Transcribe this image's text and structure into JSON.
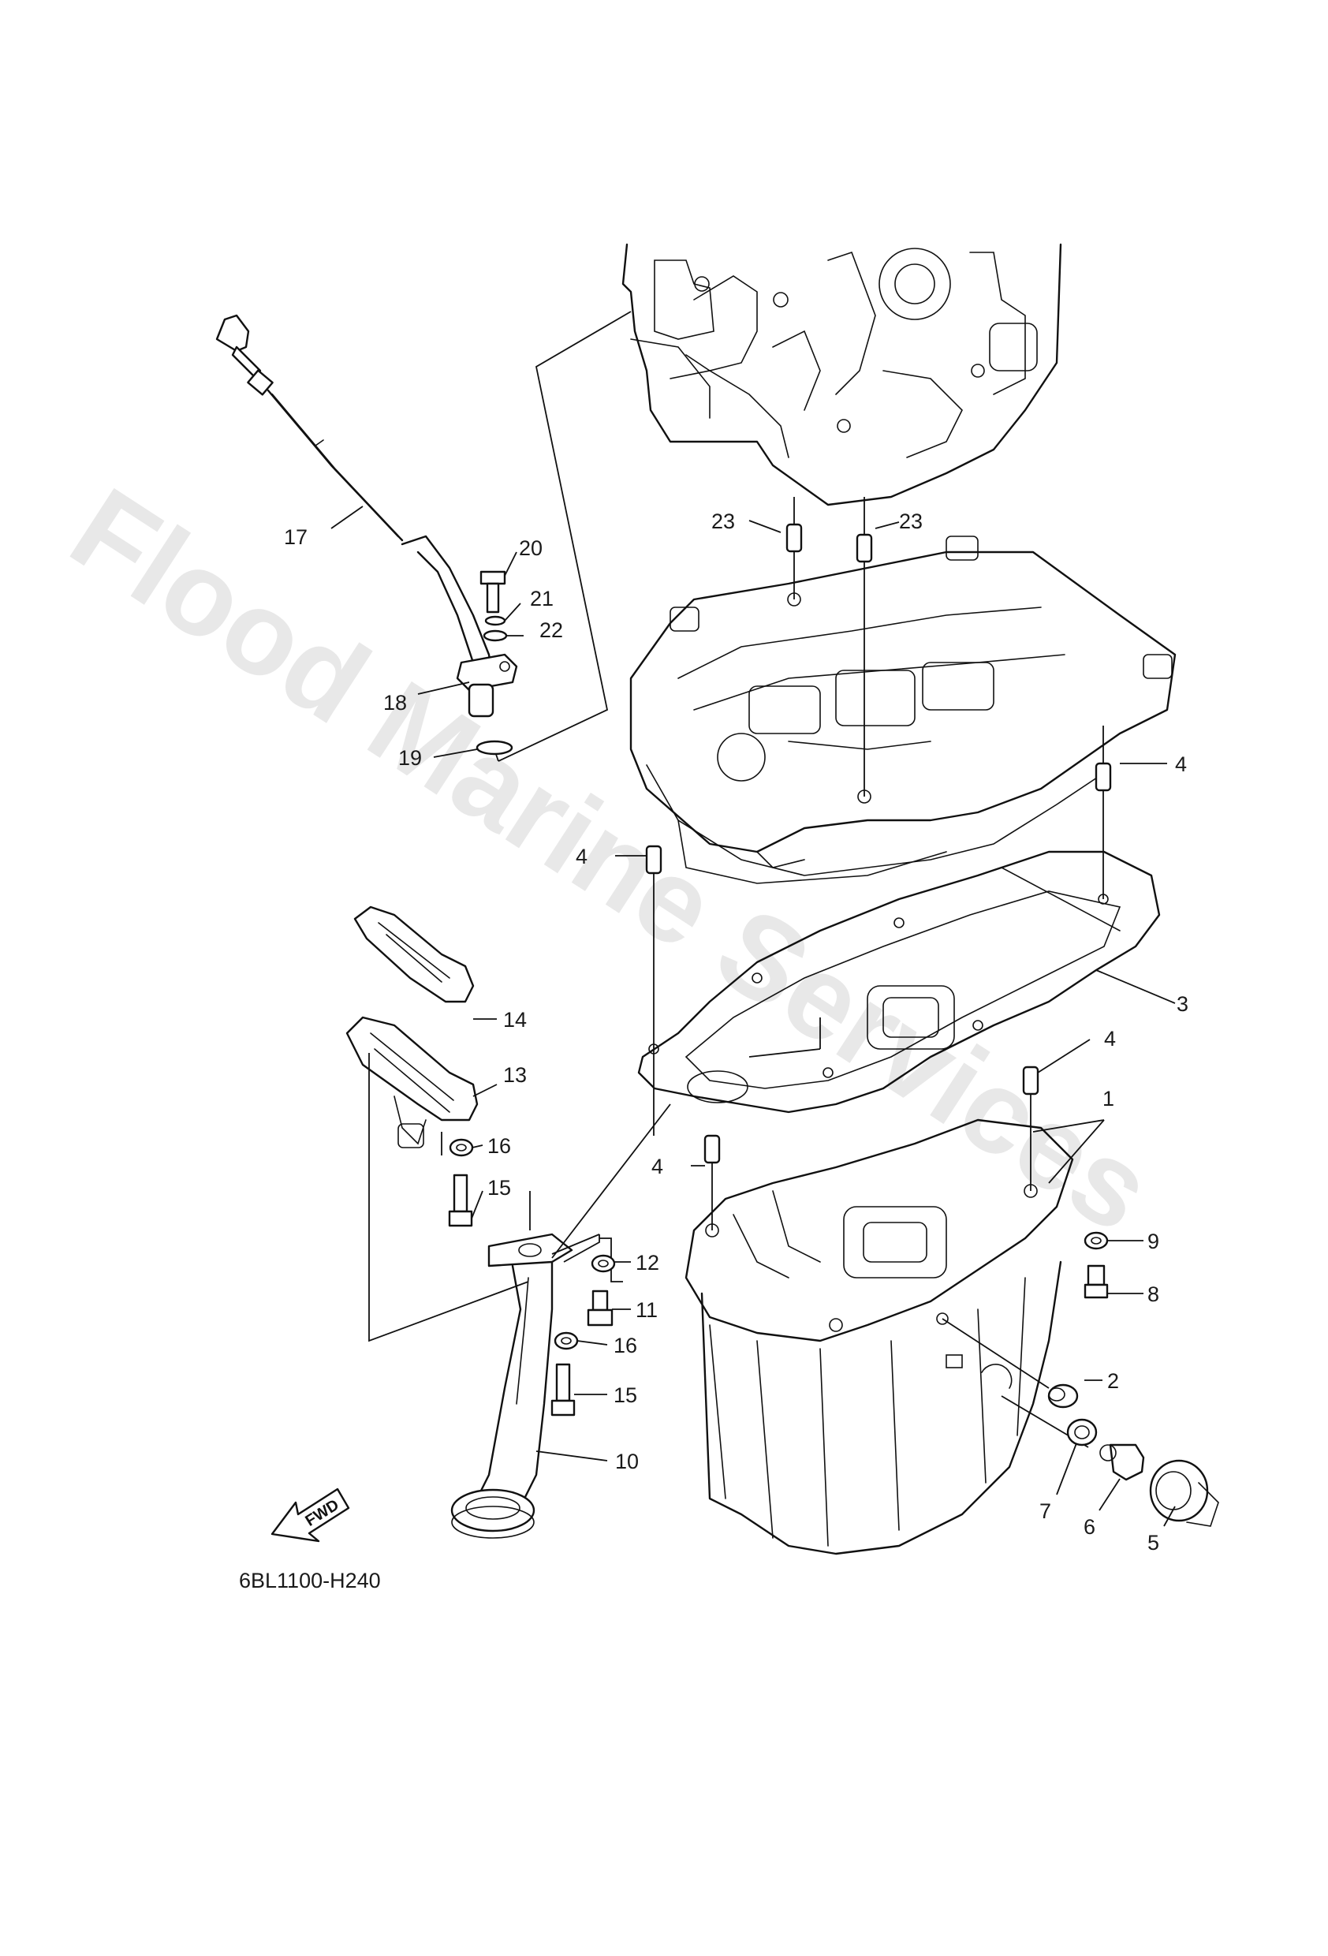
{
  "watermark": "Flood Marine Services",
  "reference_code": "6BL1100-H240",
  "fwd_label": "FWD",
  "callouts": [
    {
      "id": "c1",
      "label": "1"
    },
    {
      "id": "c2",
      "label": "2"
    },
    {
      "id": "c3",
      "label": "3"
    },
    {
      "id": "c4a",
      "label": "4"
    },
    {
      "id": "c4b",
      "label": "4"
    },
    {
      "id": "c4c",
      "label": "4"
    },
    {
      "id": "c4d",
      "label": "4"
    },
    {
      "id": "c5",
      "label": "5"
    },
    {
      "id": "c6",
      "label": "6"
    },
    {
      "id": "c7",
      "label": "7"
    },
    {
      "id": "c8",
      "label": "8"
    },
    {
      "id": "c9",
      "label": "9"
    },
    {
      "id": "c10",
      "label": "10"
    },
    {
      "id": "c11",
      "label": "11"
    },
    {
      "id": "c12",
      "label": "12"
    },
    {
      "id": "c13",
      "label": "13"
    },
    {
      "id": "c14",
      "label": "14"
    },
    {
      "id": "c15a",
      "label": "15"
    },
    {
      "id": "c15b",
      "label": "15"
    },
    {
      "id": "c16a",
      "label": "16"
    },
    {
      "id": "c16b",
      "label": "16"
    },
    {
      "id": "c17",
      "label": "17"
    },
    {
      "id": "c18",
      "label": "18"
    },
    {
      "id": "c19",
      "label": "19"
    },
    {
      "id": "c20",
      "label": "20"
    },
    {
      "id": "c21",
      "label": "21"
    },
    {
      "id": "c22",
      "label": "22"
    },
    {
      "id": "c23a",
      "label": "23"
    },
    {
      "id": "c23b",
      "label": "23"
    }
  ]
}
